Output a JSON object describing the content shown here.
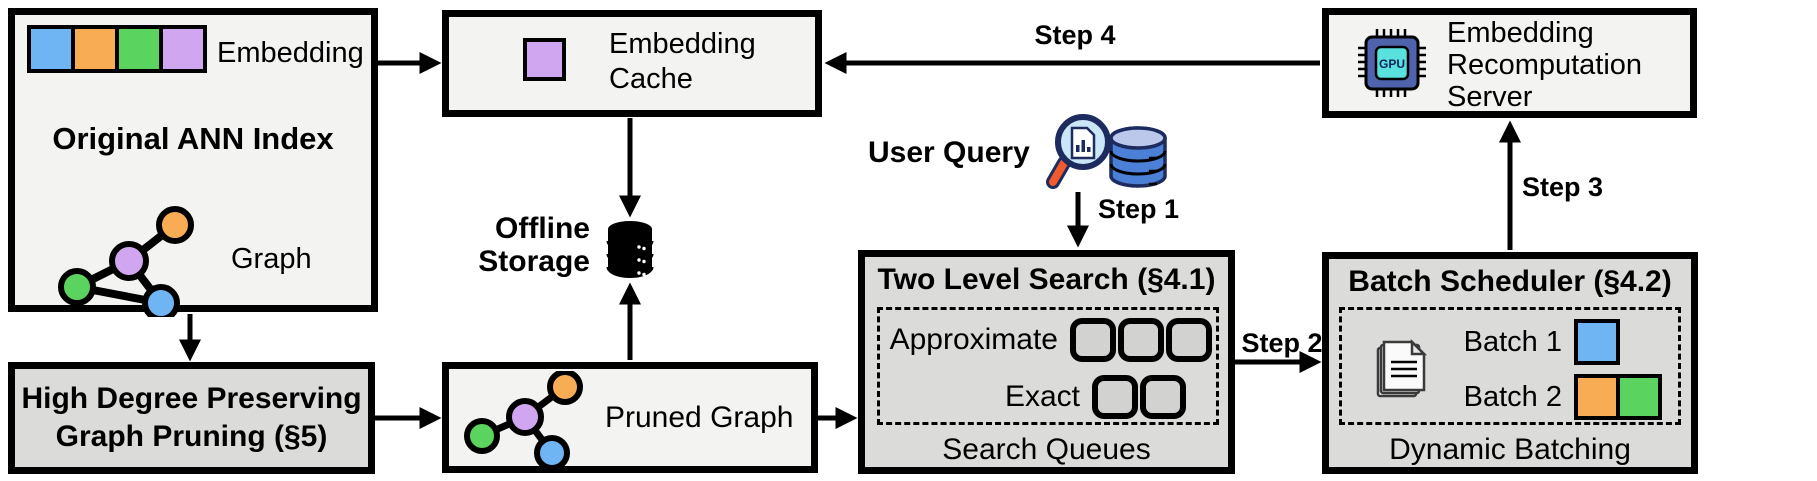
{
  "palette": {
    "blue": "#6FB5F4",
    "orange": "#F8AD55",
    "green": "#5BD35F",
    "purple": "#D0A6F0",
    "box_light": "#F3F3F2",
    "box_dark": "#DBDBDA",
    "slot_fill": "#D2D2D1",
    "gpu_body": "#4F63AC",
    "gpu_screen": "#59E1DE",
    "navy": "#1D2B5F",
    "query_db": "#4B80D6",
    "query_db_top": "#BBC8EC",
    "query_lens": "#CBE6F6",
    "query_handle": "#F15A2C"
  },
  "original_ann_index": {
    "title": "Original ANN Index",
    "embedding_label": "Embedding",
    "embedding_colors": [
      "#6FB5F4",
      "#F8AD55",
      "#5BD35F",
      "#D0A6F0"
    ],
    "graph_label": "Graph"
  },
  "high_degree_pruning": {
    "label": "High Degree Preserving\nGraph Pruning (§5)"
  },
  "embedding_cache": {
    "label": "Embedding\nCache",
    "swatch_colors": [
      "#D0A6F0"
    ]
  },
  "offline_storage": {
    "label": "Offline\nStorage"
  },
  "pruned_graph": {
    "label": "Pruned Graph"
  },
  "user_query": {
    "label": "User Query"
  },
  "steps": {
    "step1": "Step 1",
    "step2": "Step 2",
    "step3": "Step 3",
    "step4": "Step 4"
  },
  "two_level_search": {
    "title": "Two Level Search (§4.1)",
    "rows": [
      {
        "label": "Approximate",
        "slots": 3
      },
      {
        "label": "Exact",
        "slots": 2
      }
    ],
    "footer": "Search Queues"
  },
  "batch_scheduler": {
    "title": "Batch Scheduler (§4.2)",
    "batches": [
      {
        "label": "Batch 1",
        "colors": [
          "#6FB5F4"
        ]
      },
      {
        "label": "Batch 2",
        "colors": [
          "#F8AD55",
          "#5BD35F"
        ]
      }
    ],
    "footer": "Dynamic Batching"
  },
  "recomputation_server": {
    "label": "Embedding\nRecomputation\nServer",
    "gpu_text": "GPU"
  }
}
